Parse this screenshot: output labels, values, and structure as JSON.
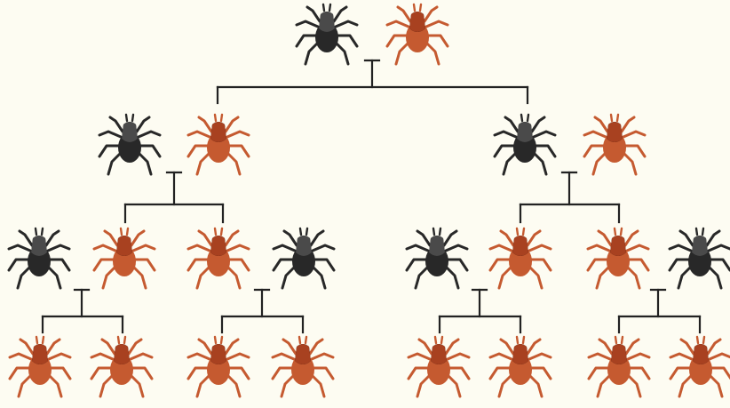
{
  "colors": {
    "background": "#fdfcf2",
    "dark_body": "#282828",
    "dark_head": "#4a4a4a",
    "orange_body": "#c55a30",
    "orange_head": "#a84120",
    "line": "#222222"
  },
  "icon": "tick-icon",
  "generations": [
    {
      "name": "generation-1",
      "pairs": [
        {
          "parents": [
            "dark",
            "orange"
          ]
        }
      ]
    },
    {
      "name": "generation-2",
      "pairs": [
        {
          "parents": [
            "dark",
            "orange"
          ]
        },
        {
          "parents": [
            "dark",
            "orange"
          ]
        }
      ]
    },
    {
      "name": "generation-3",
      "pairs": [
        {
          "parents": [
            "dark",
            "orange"
          ]
        },
        {
          "parents": [
            "orange",
            "dark"
          ]
        },
        {
          "parents": [
            "dark",
            "orange"
          ]
        },
        {
          "parents": [
            "orange",
            "dark"
          ]
        }
      ]
    },
    {
      "name": "generation-4",
      "offspring": [
        "orange",
        "orange",
        "orange",
        "orange",
        "orange",
        "orange",
        "orange",
        "orange"
      ]
    }
  ]
}
